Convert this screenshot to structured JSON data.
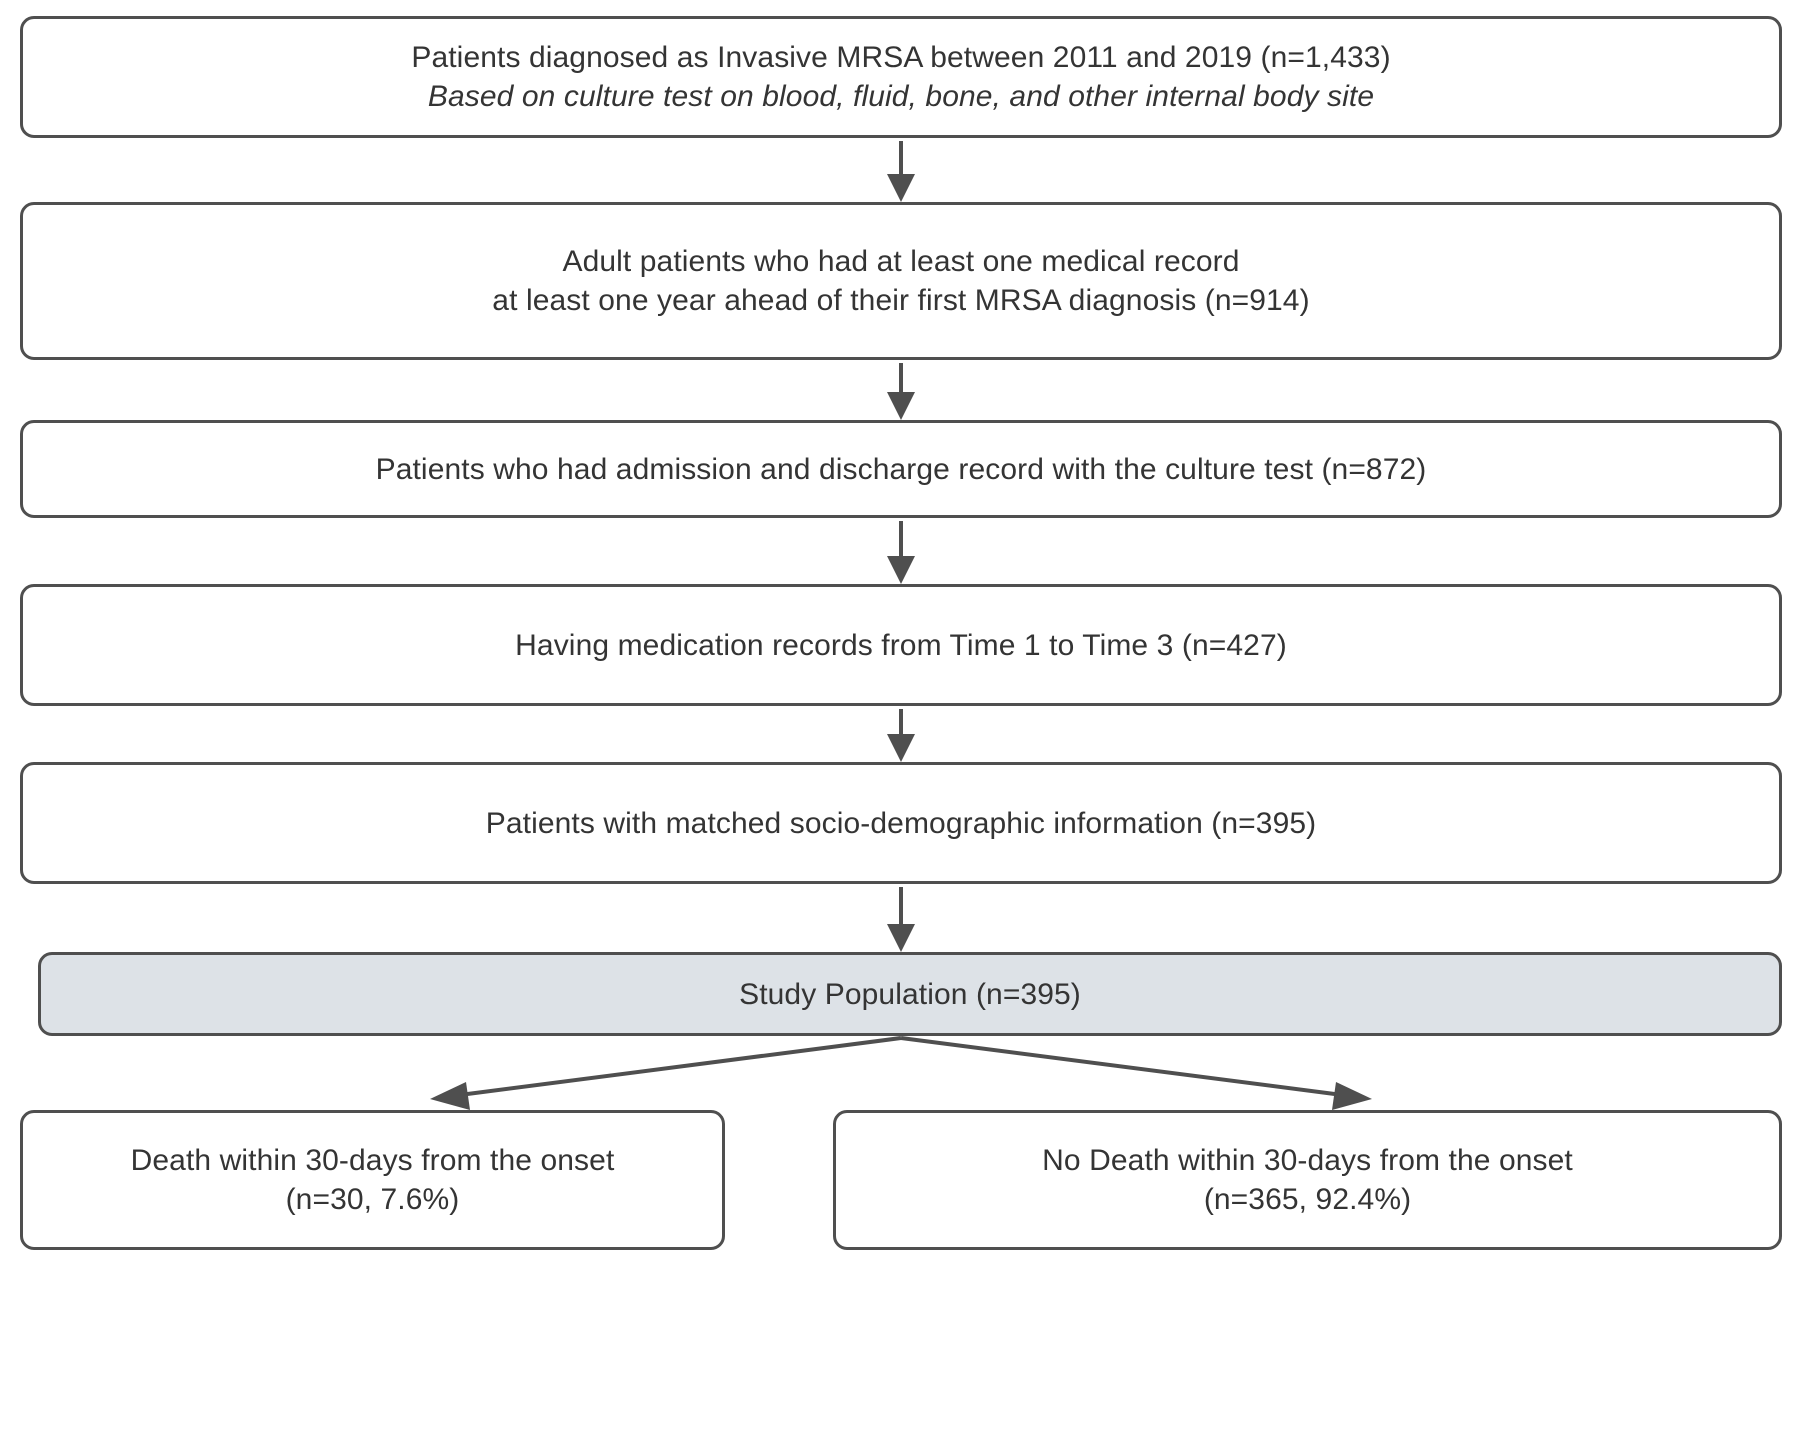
{
  "figure": {
    "type": "flowchart",
    "orientation": "vertical",
    "colors": {
      "border": "#4f4f4f",
      "box_fill": "#ffffff",
      "highlight_fill": "#dde2e7",
      "text": "#343434",
      "connector": "#4f4f4f"
    }
  },
  "nodes": [
    {
      "id": "enrollment",
      "lines": [
        "Patients diagnosed as Invasive MRSA between 2011 and 2019 (n=1,433)",
        "Based on culture test on blood, fluid, bone, and other internal body site"
      ],
      "n": 1433,
      "n_label": "n=1,433",
      "highlight": false
    },
    {
      "id": "adult-with-prior-record",
      "lines": [
        "Adult patients who had at least one medical record",
        "at least one year ahead of their first MRSA diagnosis (n=914)"
      ],
      "n": 914,
      "n_label": "n=914",
      "highlight": false
    },
    {
      "id": "admission-discharge-record",
      "lines": [
        "Patients who had admission and discharge record with the culture test (n=872)"
      ],
      "n": 872,
      "n_label": "n=872",
      "highlight": false
    },
    {
      "id": "medication-records",
      "lines": [
        "Having medication records from Time 1 to Time 3 (n=427)"
      ],
      "n": 427,
      "n_label": "n=427",
      "highlight": false
    },
    {
      "id": "matched-sociodemographic",
      "lines": [
        "Patients with matched socio-demographic information (n=395)"
      ],
      "n": 395,
      "n_label": "n=395",
      "highlight": false
    },
    {
      "id": "study-population",
      "lines": [
        "Study Population (n=395)"
      ],
      "n": 395,
      "n_label": "n=395",
      "highlight": true
    }
  ],
  "outcomes": [
    {
      "id": "death-30-days",
      "lines": [
        "Death within 30-days from the onset",
        "(n=30, 7.6%)"
      ],
      "n": 30,
      "percent": 7.6
    },
    {
      "id": "no-death-30-days",
      "lines": [
        "No Death within 30-days from the onset",
        "(n=365, 92.4%)"
      ],
      "n": 365,
      "percent": 92.4
    }
  ]
}
